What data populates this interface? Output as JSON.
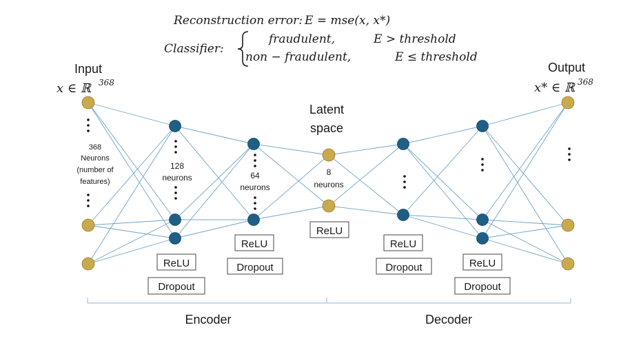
{
  "formula": {
    "reconstruction_label": "Reconstruction error:",
    "reconstruction_expr": "E = mse(x, x*)",
    "classifier_label": "Classifier:",
    "case1_label": "fraudulent,",
    "case1_cond": "E > threshold",
    "case2_label": "non − fraudulent,",
    "case2_cond": "E ≤ threshold"
  },
  "input": {
    "title": "Input",
    "math_var": "x ∈ ℝ",
    "math_exp": "368",
    "size_line1": "368",
    "size_line2": "Neurons",
    "size_line3": "(number of",
    "size_line4": "features)"
  },
  "output": {
    "title": "Output",
    "math_var": "x* ∈ ℝ",
    "math_exp": "368"
  },
  "encoder": {
    "label": "Encoder",
    "layer1_size_line1": "128",
    "layer1_size_line2": "neurons",
    "layer1_activation": "ReLU",
    "layer1_dropout": "Dropout",
    "layer2_size_line1": "64",
    "layer2_size_line2": "neurons",
    "layer2_activation": "ReLU",
    "layer2_dropout": "Dropout"
  },
  "latent": {
    "title_line1": "Latent",
    "title_line2": "space",
    "size_line1": "8",
    "size_line2": "neurons",
    "activation": "ReLU"
  },
  "decoder": {
    "label": "Decoder",
    "layer1_activation": "ReLU",
    "layer1_dropout": "Dropout",
    "layer2_activation": "ReLU",
    "layer2_dropout": "Dropout"
  },
  "colors": {
    "io_neuron": "#C9A94E",
    "hidden_neuron": "#1F5F86",
    "connection": "#6FA3C7",
    "bracket": "#A9C4DA",
    "text": "#1a1a1a"
  }
}
